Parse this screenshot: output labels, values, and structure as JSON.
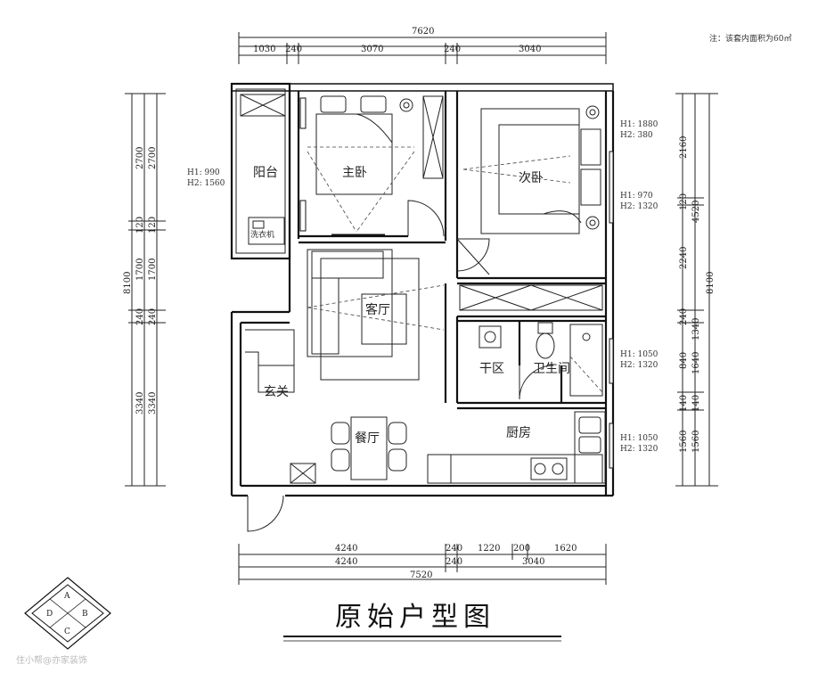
{
  "note": "注：该套内面积为60㎡",
  "title": "原始户型图",
  "watermark": "住小帮@亦家装饰",
  "rooms": {
    "balcony": "阳台",
    "master_bedroom": "主卧",
    "second_bedroom": "次卧",
    "living_room": "客厅",
    "dry_area": "干区",
    "bathroom": "卫生间",
    "entrance": "玄关",
    "dining": "餐厅",
    "kitchen": "厨房",
    "washer": "洗衣机"
  },
  "heights": {
    "balcony_h1": "H1: 990",
    "balcony_h2": "H2: 1560",
    "second_bed_a_h1": "H1: 1880",
    "second_bed_a_h2": "H2: 380",
    "second_bed_b_h1": "H1: 970",
    "second_bed_b_h2": "H2: 1320",
    "bath_h1": "H1: 1050",
    "bath_h2": "H2: 1320",
    "kitchen_h1": "H1: 1050",
    "kitchen_h2": "H2: 1320"
  },
  "dims": {
    "top_total": "7620",
    "top": [
      "1030",
      "240",
      "3070",
      "240",
      "3040"
    ],
    "bottom_row1": [
      "4240",
      "240",
      "1220",
      "200",
      "1620"
    ],
    "bottom_row2": [
      "4240",
      "240",
      "3040"
    ],
    "bottom_total": "7520",
    "left_total": "8100",
    "left_a": [
      "2700",
      "120",
      "1700",
      "240",
      "3340"
    ],
    "left_b": [
      "2700",
      "120",
      "1700",
      "240",
      "3340"
    ],
    "right_total": "8100",
    "right_a": [
      "2160",
      "120",
      "2240",
      "240",
      "840",
      "140",
      "1560"
    ],
    "right_b": [
      "4520",
      "1340",
      "1640",
      "140",
      "1560"
    ]
  },
  "logo": {
    "a": "A",
    "b": "B",
    "c": "C",
    "d": "D"
  }
}
